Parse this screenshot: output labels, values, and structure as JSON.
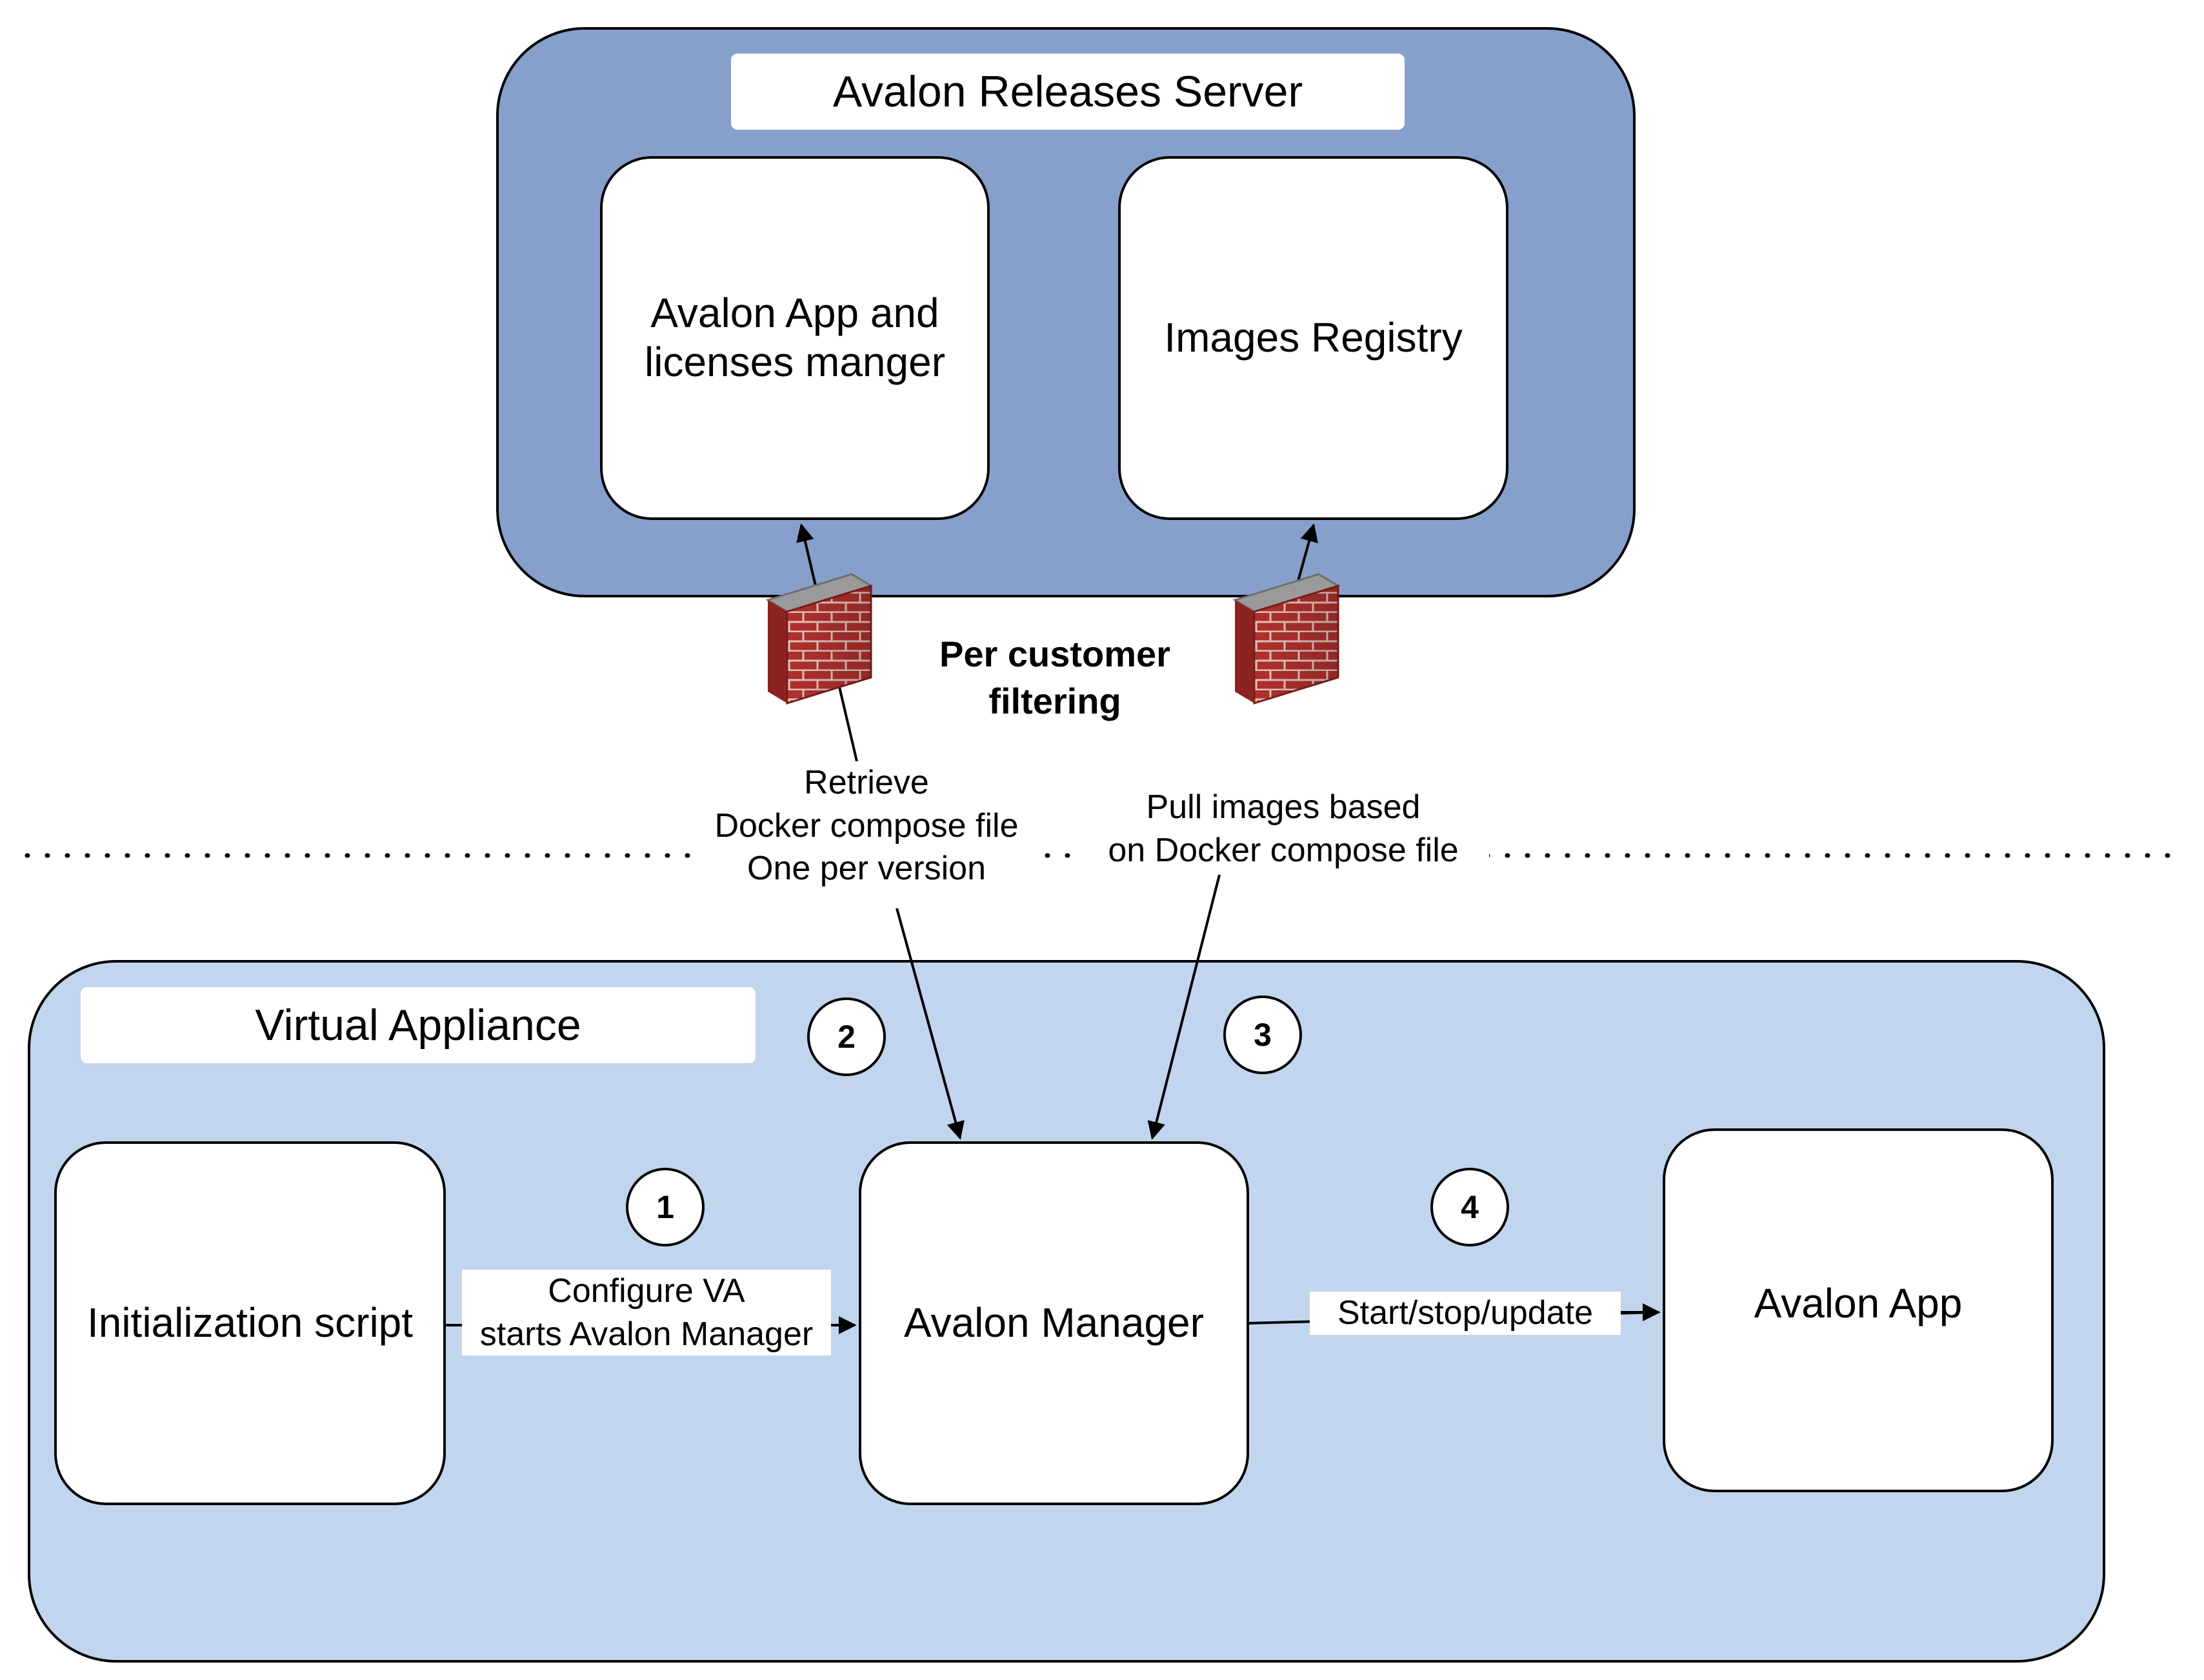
{
  "releases_server": {
    "title": "Avalon Releases Server",
    "app_manager_box": {
      "line1": "Avalon App and",
      "line2": "licenses manger"
    },
    "registry_box": "Images Registry"
  },
  "filter_note": {
    "line1": "Per customer",
    "line2": "filtering"
  },
  "edge_labels": {
    "retrieve": {
      "line1": "Retrieve",
      "line2": "Docker compose file",
      "line3": "One per version"
    },
    "pull": {
      "line1": "Pull images based",
      "line2": "on Docker compose file"
    },
    "configure": {
      "line1": "Configure VA",
      "line2": "starts Avalon Manager"
    },
    "start_stop": "Start/stop/update"
  },
  "virtual_appliance": {
    "title": "Virtual Appliance",
    "init_box": "Initialization script",
    "manager_box": "Avalon Manager",
    "app_box": "Avalon App"
  },
  "steps": [
    "1",
    "2",
    "3",
    "4"
  ],
  "colors": {
    "server_fill": "#879fcb",
    "appliance_fill": "#c2d5ee",
    "box_fill": "#ffffff",
    "stroke": "#000000",
    "brick_red": "#b0312d",
    "brick_top": "#9a9a9a"
  },
  "icons": {
    "firewall": "firewall-icon"
  }
}
